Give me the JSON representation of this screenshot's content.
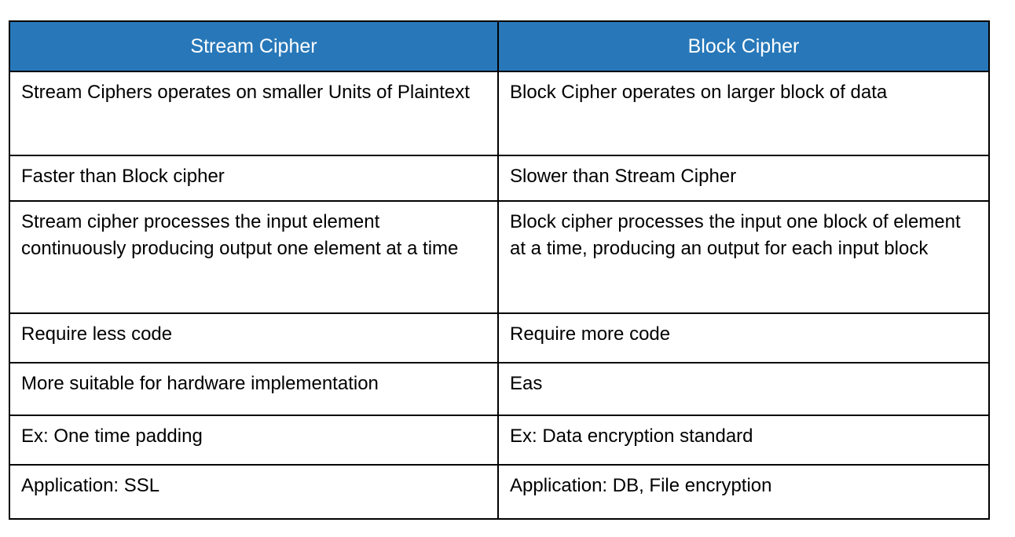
{
  "colors": {
    "page_bg": "#ffffff",
    "header_bg": "#2878b9",
    "header_text": "#ffffff",
    "body_text": "#000000",
    "border_color": "#000000"
  },
  "table": {
    "headers": [
      "Stream Cipher",
      "Block Cipher"
    ],
    "rows": [
      [
        "Stream Ciphers operates on smaller Units of Plaintext",
        "Block Cipher operates on larger block of data"
      ],
      [
        "Faster than Block cipher",
        "Slower than Stream Cipher"
      ],
      [
        "Stream cipher processes the input element continuously producing output one element at a time",
        "Block cipher processes the input one block of element at a time, producing an output for each input block"
      ],
      [
        "Require less code",
        "Require more code"
      ],
      [
        "More suitable for hardware implementation",
        "Eas"
      ],
      [
        "Ex: One time padding",
        "Ex: Data encryption standard"
      ],
      [
        "Application: SSL",
        "Application: DB, File encryption"
      ]
    ]
  }
}
